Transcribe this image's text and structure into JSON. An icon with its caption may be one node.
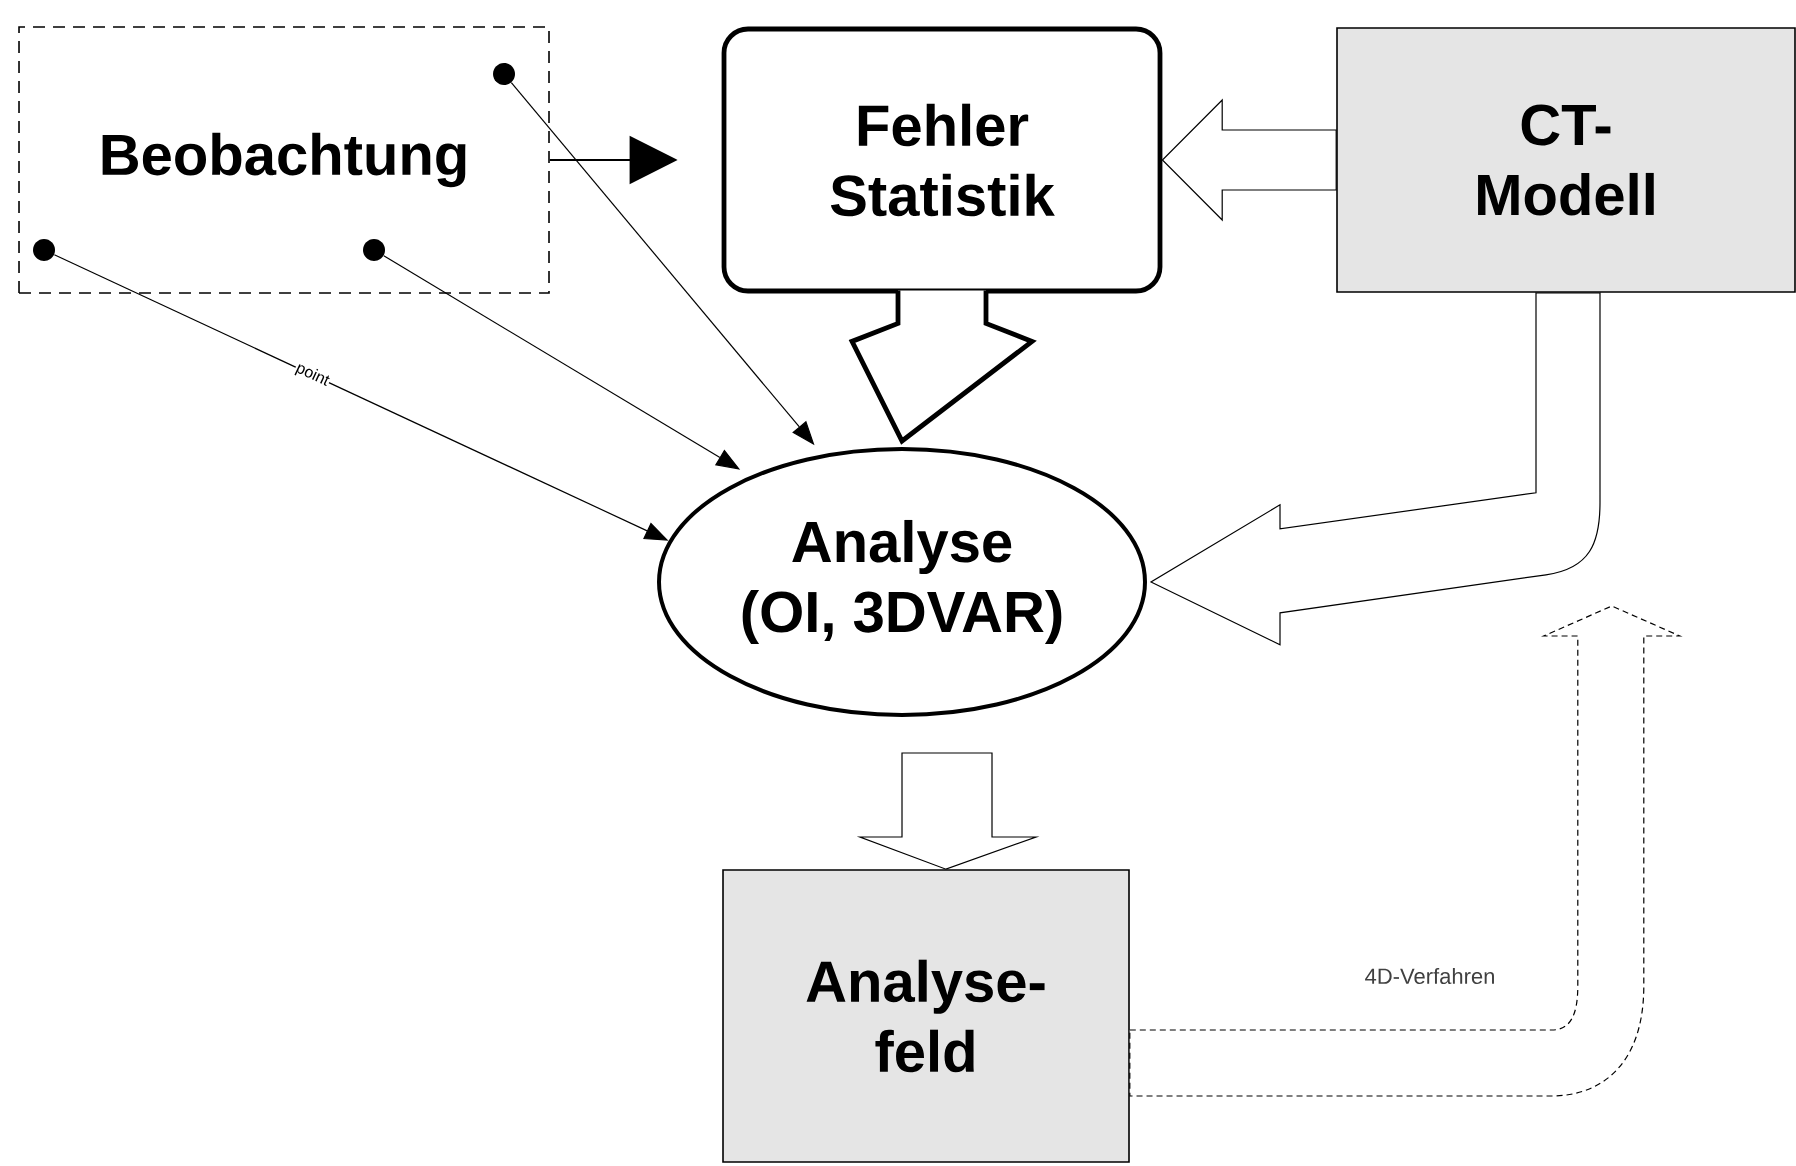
{
  "diagram": {
    "nodes": [
      {
        "text": [
          "Beobachtung"
        ]
      },
      {
        "text": [],
        "shape": "circle",
        "in": 0
      },
      {
        "text": [],
        "shape": "circle",
        "in": 0
      },
      {
        "text": [],
        "shape": "circle",
        "in": 0
      },
      {
        "text": [
          "Fehler Statistik"
        ]
      },
      {
        "text": [
          "CT- Modell"
        ]
      },
      {
        "text": [
          "Analyse (OI, 3DVAR)"
        ]
      },
      {
        "text": [
          "Analyse- feld"
        ]
      }
    ],
    "edges": [
      {
        "from": 1,
        "to": 6,
        "arrow": "to",
        "label": "point"
      },
      {
        "from": 2,
        "to": 6,
        "arrow": "to"
      },
      {
        "from": 3,
        "to": 6,
        "arrow": "to"
      },
      {
        "from": 0,
        "to": 4,
        "arrow": "to"
      },
      {
        "from": 5,
        "to": 4,
        "arrow": "to"
      },
      {
        "from": 4,
        "to": 6,
        "arrow": "to"
      },
      {
        "from": 5,
        "to": 6,
        "arrow": "to"
      },
      {
        "from": 6,
        "to": 7,
        "arrow": "to"
      },
      {
        "from": 7,
        "to": null,
        "arrow": "to",
        "style": "dashed"
      }
    ],
    "labels": [
      "4D-Verfahren"
    ]
  }
}
